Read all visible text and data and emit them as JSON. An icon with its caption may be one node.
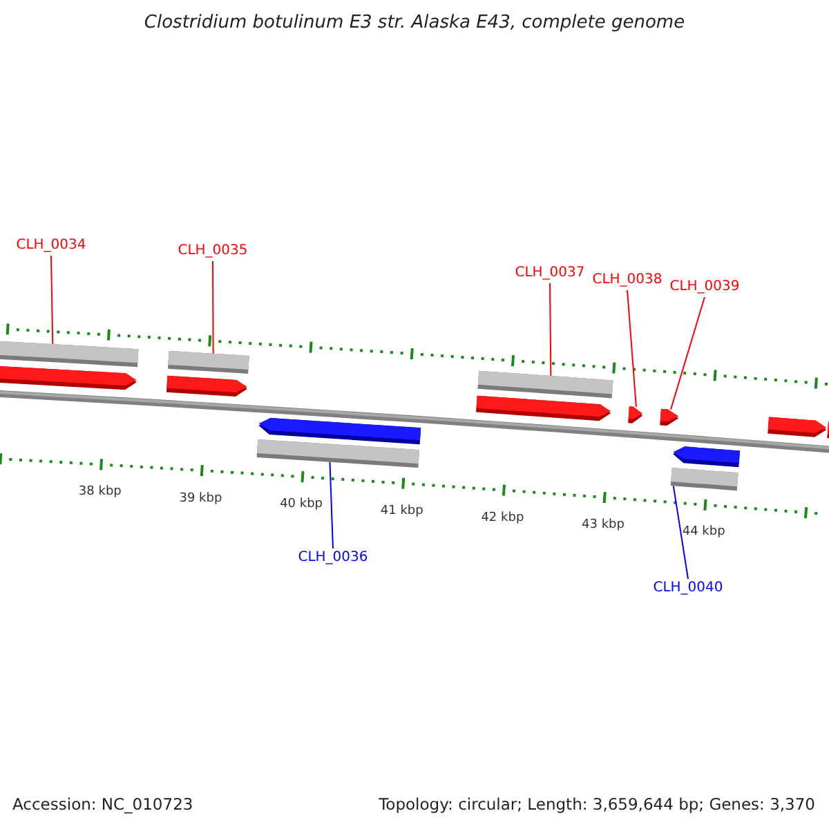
{
  "diagram": {
    "title": "Clostridium botulinum E3 str. Alaska E43, complete genome",
    "nodes": [
      {
        "text": [
          "CLH_0034"
        ]
      },
      {
        "text": [
          "CLH_0035"
        ]
      },
      {
        "text": [
          "CLH_0036"
        ]
      },
      {
        "text": [
          "CLH_0037"
        ]
      },
      {
        "text": [
          "CLH_0038"
        ]
      },
      {
        "text": [
          "CLH_0039"
        ]
      },
      {
        "text": [
          "CLH_0040"
        ]
      },
      {
        "text": [],
        "shape": "arrow"
      },
      {
        "text": [],
        "shape": "arrow"
      },
      {
        "text": [],
        "shape": "arrow"
      },
      {
        "text": [],
        "shape": "arrow"
      },
      {
        "text": [],
        "shape": "arrow"
      },
      {
        "text": [],
        "shape": "arrow"
      },
      {
        "text": [],
        "shape": "arrow"
      },
      {
        "text": [],
        "shape": "arrow"
      },
      {
        "text": [],
        "shape": "arrow"
      },
      {
        "text": [],
        "shape": "bar"
      }
    ],
    "edges": [
      {
        "from": 0,
        "to": 7,
        "arrow": "none"
      },
      {
        "from": 1,
        "to": 8,
        "arrow": "none"
      },
      {
        "from": 2,
        "to": 9,
        "arrow": "none",
        "color": "#0000ff"
      },
      {
        "from": 3,
        "to": 10,
        "arrow": "none"
      },
      {
        "from": 4,
        "to": 11,
        "arrow": "none"
      },
      {
        "from": 5,
        "to": 12,
        "arrow": "none"
      },
      {
        "from": 6,
        "to": 13,
        "arrow": "none",
        "color": "#0000ff"
      }
    ],
    "labels": [
      "38 kbp",
      "39 kbp",
      "40 kbp",
      "41 kbp",
      "42 kbp",
      "43 kbp",
      "44 kbp",
      "Accession: NC_010723",
      "Topology: circular; Length: 3,659,644 bp; Genes: 3,370"
    ]
  }
}
